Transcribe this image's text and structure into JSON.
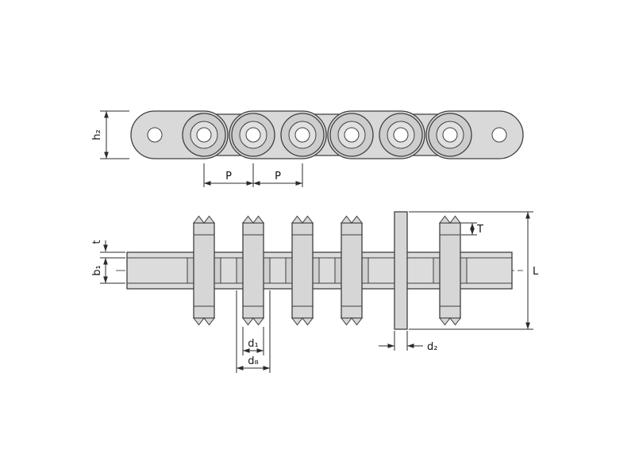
{
  "labels": {
    "h2": "h₂",
    "p_left": "P",
    "p_right": "P",
    "t": "t",
    "b1": "b₁",
    "T": "T",
    "L": "L",
    "d1": "d₁",
    "d8": "d₈",
    "d2": "d₂"
  },
  "colors": {
    "line": "#3f3f3f",
    "dimension_line": "#2b2b2b",
    "plate_fill": "#d9d9d9",
    "band_fill": "#dcdcdc",
    "roller_fill": "#cdcdcd",
    "bushing_fill": "#d6d6d6",
    "hole_fill": "#ffffff",
    "background": "#ffffff"
  }
}
